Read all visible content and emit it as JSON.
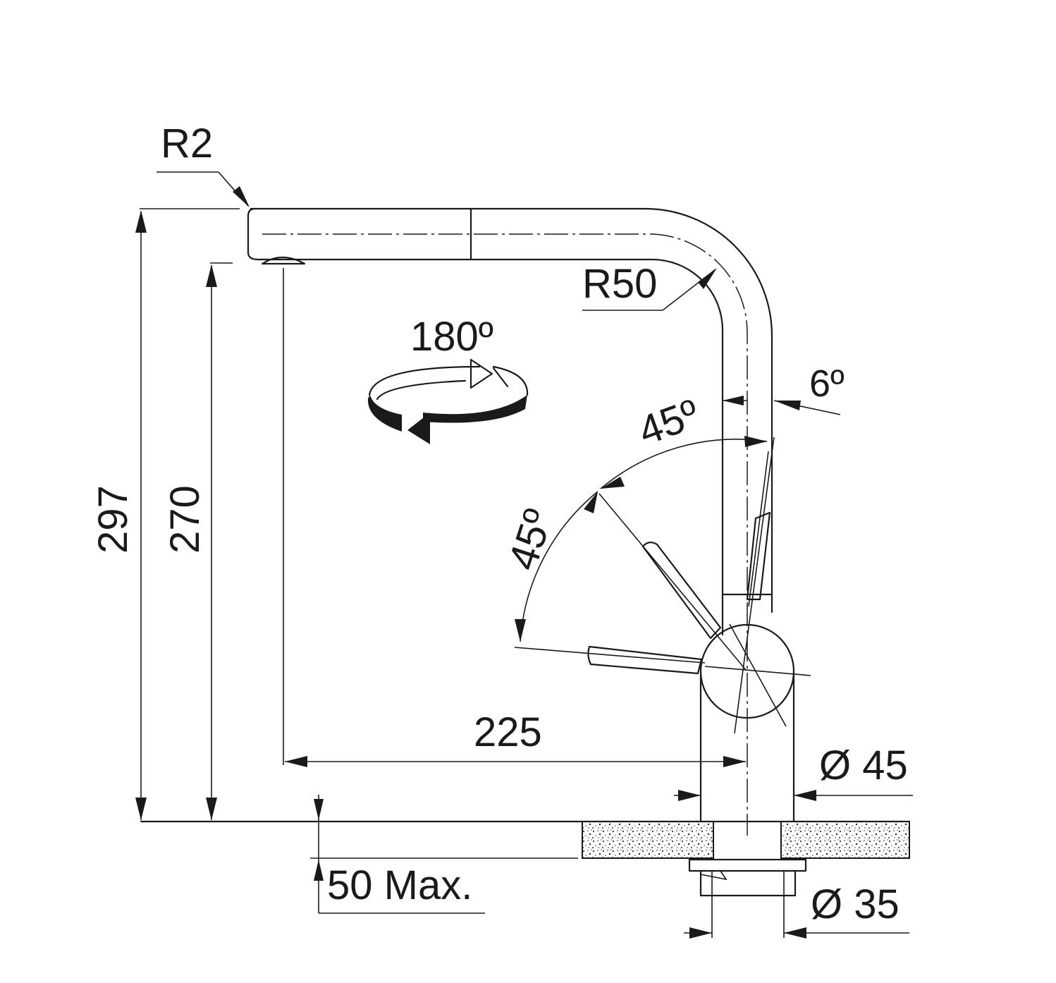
{
  "labels": {
    "r2": "R2",
    "r50": "R50",
    "rotation": "180º",
    "angle_6": "6º",
    "angle_45_upper": "45º",
    "angle_45_lower": "45º",
    "height_297": "297",
    "height_270": "270",
    "reach_225": "225",
    "diameter_45": "Ø 45",
    "diameter_35": "Ø 35",
    "max_50": "50 Max."
  },
  "colors": {
    "line": "#1a1a1a",
    "background": "#ffffff"
  }
}
